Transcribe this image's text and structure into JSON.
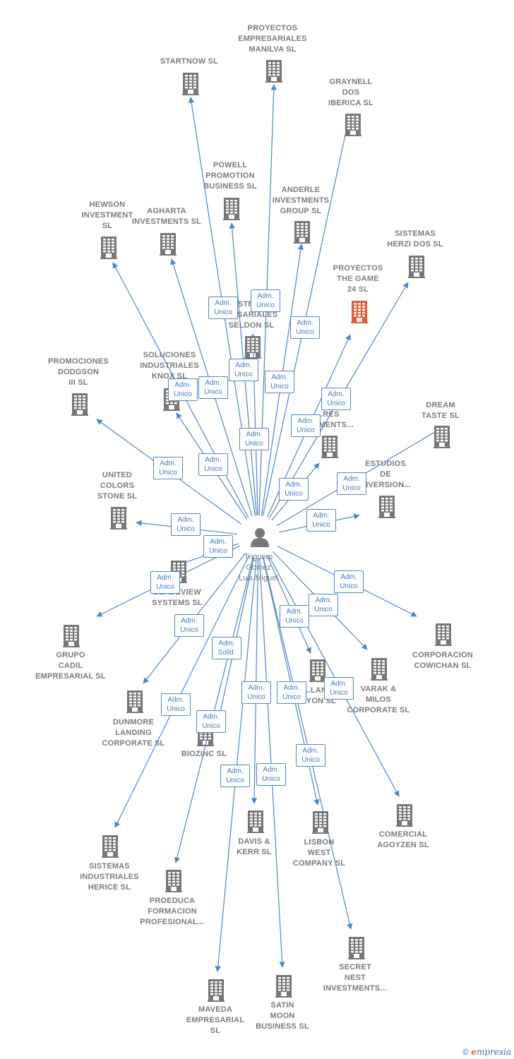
{
  "colors": {
    "edge": "#4a86d4",
    "building": "#777777",
    "building_highlight": "#e8582a",
    "label": "#7a7a7a"
  },
  "center": {
    "name": "Triguero\nGomez\nLuis Miguel",
    "icon": "person-icon"
  },
  "nodes": [
    {
      "id": "startnow",
      "label": "STARTNOW SL"
    },
    {
      "id": "proyectos-manilva",
      "label": "PROYECTOS\nEMPRESARIALES\nMANILVA SL"
    },
    {
      "id": "graynell",
      "label": "GRAYNELL\nDOS\nIBERICA  SL"
    },
    {
      "id": "powell",
      "label": "POWELL\nPROMOTION\nBUSINESS  SL"
    },
    {
      "id": "anderle",
      "label": "ANDERLE\nINVESTMENTS\nGROUP SL"
    },
    {
      "id": "hewson",
      "label": "HEWSON\nINVESTMENT\nSL"
    },
    {
      "id": "agharta",
      "label": "AGHARTA\nINVESTMENTS SL"
    },
    {
      "id": "sistemas-herzi",
      "label": "SISTEMAS\nHERZI DOS SL"
    },
    {
      "id": "proyectos-game",
      "label": "PROYECTOS\nTHE GAME\n24  SL",
      "highlight": true
    },
    {
      "id": "seldon",
      "label": "...USTRIALES\n...ESARIALES\nSELDON SL"
    },
    {
      "id": "promociones-dodgson",
      "label": "PROMOCIONES\nDODGSON\nIII SL"
    },
    {
      "id": "soluciones-knox",
      "label": "SOLUCIONES\nINDUSTRIALES\nKNOX SL"
    },
    {
      "id": "dream-taste",
      "label": "DREAM\nTASTE SL"
    },
    {
      "id": "investments-mid",
      "label": "...RES\n...STMENTS..."
    },
    {
      "id": "united-colors",
      "label": "UNITED\nCOLORS\nSTONE SL"
    },
    {
      "id": "estudios",
      "label": "ESTUDIOS\nDE\nINVERSION..."
    },
    {
      "id": "bladeview",
      "label": "BLADEVIEW\nSYSTEMS  SL"
    },
    {
      "id": "grupo-cadil",
      "label": "GRUPO\nCADIL\nEMPRESARIAL SL"
    },
    {
      "id": "corporacion-cowichan",
      "label": "CORPORACION\nCOWICHAN SL"
    },
    {
      "id": "dunmore",
      "label": "DUNMORE\nLANDING\nCORPORATE SL"
    },
    {
      "id": "biozinc",
      "label": "BIOZINC SL"
    },
    {
      "id": "lant",
      "label": "...LANT\n...YON SL"
    },
    {
      "id": "varak",
      "label": "VARAK &\nMILOS\nCORPORATE SL"
    },
    {
      "id": "davis-kerr",
      "label": "DAVIS &\nKERR SL"
    },
    {
      "id": "lisbon",
      "label": "LISBON\nWEST\nCOMPANY  SL"
    },
    {
      "id": "comercial-agoyzen",
      "label": "COMERCIAL\nAGOYZEN SL"
    },
    {
      "id": "sistemas-herice",
      "label": "SISTEMAS\nINDUSTRIALES\nHERICE  SL"
    },
    {
      "id": "proeduca",
      "label": "PROEDUCA\nFORMACION\nPROFESIONAL..."
    },
    {
      "id": "secret-nest",
      "label": "SECRET\nNEST\nINVESTMENTS..."
    },
    {
      "id": "maveda",
      "label": "MAVEDA\nEMPRESARIAL\nSL"
    },
    {
      "id": "satin-moon",
      "label": "SATIN\nMOON\nBUSINESS SL"
    }
  ],
  "edges": [
    {
      "to": "startnow",
      "role": "Adm.\nUnico"
    },
    {
      "to": "proyectos-manilva",
      "role": "Adm.\nUnico"
    },
    {
      "to": "graynell",
      "role": "Adm.\nUnico"
    },
    {
      "to": "powell",
      "role": "Adm.\nUnico"
    },
    {
      "to": "anderle",
      "role": "Adm.\nUnico"
    },
    {
      "to": "hewson",
      "role": "Adm.\nUnico"
    },
    {
      "to": "agharta",
      "role": "Adm.\nUnico"
    },
    {
      "to": "sistemas-herzi",
      "role": "Adm.\nUnico"
    },
    {
      "to": "proyectos-game",
      "role": "Adm.\nUnico"
    },
    {
      "to": "seldon",
      "role": "Adm.\nUnico"
    },
    {
      "to": "promociones-dodgson",
      "role": "Adm.\nUnico"
    },
    {
      "to": "soluciones-knox",
      "role": "Adm.\nUnico"
    },
    {
      "to": "dream-taste",
      "role": "Adm.\nUnico"
    },
    {
      "to": "investments-mid",
      "role": "Adm.\nUnico"
    },
    {
      "to": "united-colors",
      "role": "Adm.\nUnico"
    },
    {
      "to": "estudios",
      "role": "Adm.\nUnico"
    },
    {
      "to": "bladeview",
      "role": "Adm.\nUnico"
    },
    {
      "to": "grupo-cadil",
      "role": "Adm.\nUnico"
    },
    {
      "to": "corporacion-cowichan",
      "role": "Adm.\nUnico"
    },
    {
      "to": "dunmore",
      "role": "Adm.\nUnico"
    },
    {
      "to": "biozinc",
      "role": "Adm.\nSolid."
    },
    {
      "to": "lant",
      "role": "Adm.\nUnico"
    },
    {
      "to": "varak",
      "role": "Adm.\nUnico"
    },
    {
      "to": "davis-kerr",
      "role": "Adm.\nUnico"
    },
    {
      "to": "lisbon",
      "role": "Adm.\nUnico"
    },
    {
      "to": "comercial-agoyzen",
      "role": "Adm.\nUnico"
    },
    {
      "to": "sistemas-herice",
      "role": "Adm.\nUnico"
    },
    {
      "to": "proeduca",
      "role": "Adm.\nUnico"
    },
    {
      "to": "secret-nest",
      "role": "Adm.\nUnico"
    },
    {
      "to": "maveda",
      "role": "Adm.\nUnico"
    },
    {
      "to": "satin-moon",
      "role": "Adm.\nUnico"
    }
  ],
  "footer": {
    "copyright": "©",
    "brand_initial": "e",
    "brand_rest": "mpresia"
  }
}
